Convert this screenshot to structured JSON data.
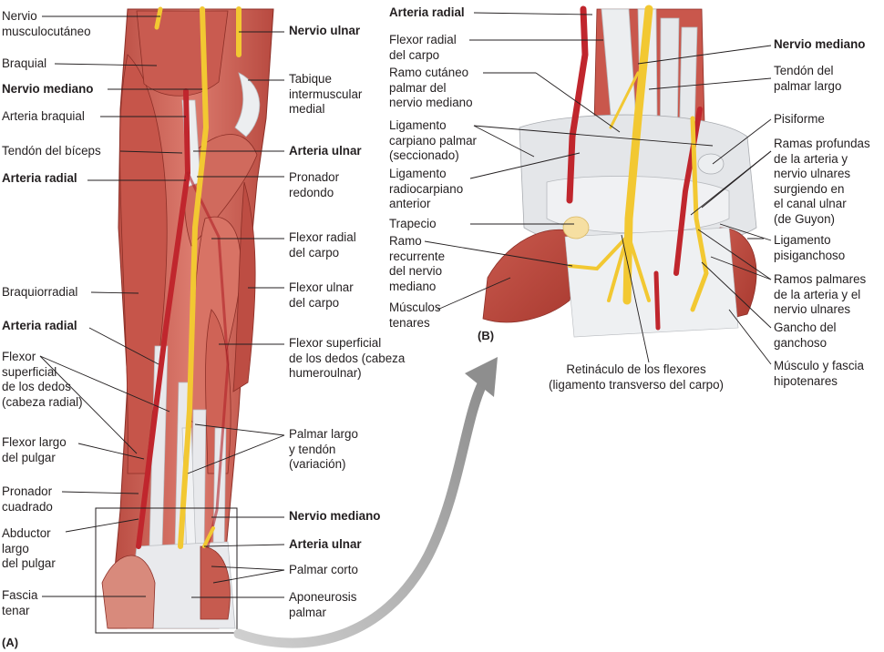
{
  "panel_a": {
    "tag": "(A)",
    "labels_left": {
      "nervio_musculocutaneo": "Nervio\nmusculocutáneo",
      "braquial": "Braquial",
      "nervio_mediano": "Nervio mediano",
      "arteria_braquial": "Arteria braquial",
      "tendon_biceps": "Tendón del bíceps",
      "arteria_radial": "Arteria radial",
      "braquiorradial": "Braquiorradial",
      "arteria_radial_2": "Arteria radial",
      "flexor_superficial_radial": "Flexor\nsuperficial\nde los dedos\n(cabeza radial)",
      "flexor_largo_pulgar": "Flexor largo\ndel pulgar",
      "pronador_cuadrado": "Pronador\ncuadrado",
      "abductor_largo_pulgar": "Abductor\nlargo\ndel pulgar",
      "fascia_tenar": "Fascia\ntenar"
    },
    "labels_right": {
      "nervio_ulnar": "Nervio ulnar",
      "tabique": "Tabique\nintermuscular\nmedial",
      "arteria_ulnar": "Arteria ulnar",
      "pronador_redondo": "Pronador\nredondo",
      "flexor_radial_carpo": "Flexor radial\ndel carpo",
      "flexor_ulnar_carpo": "Flexor ulnar\ndel carpo",
      "flexor_superficial_humero": "Flexor superficial\nde los dedos (cabeza\nhumeroulnar)",
      "palmar_largo": "Palmar largo\ny tendón\n(variación)",
      "nervio_mediano_2": "Nervio mediano",
      "arteria_ulnar_2": "Arteria ulnar",
      "palmar_corto": "Palmar corto",
      "aponeurosis_palmar": "Aponeurosis\npalmar"
    }
  },
  "panel_b": {
    "tag": "(B)",
    "labels_left": {
      "arteria_radial": "Arteria radial",
      "flexor_radial_carpo": "Flexor radial\ndel carpo",
      "ramo_cutaneo": "Ramo cutáneo\npalmar del\nnervio mediano",
      "ligamento_carpiano_palmar": "Ligamento\ncarpiano palmar\n(seccionado)",
      "ligamento_radiocarpiano": "Ligamento\nradiocarpiano\nanterior",
      "trapecio": "Trapecio",
      "ramo_recurrente": "Ramo\nrecurrente\ndel nervio\nmediano",
      "musculos_tenares": "Músculos\ntenares"
    },
    "labels_right": {
      "nervio_mediano": "Nervio mediano",
      "tendon_palmar_largo": "Tendón del\npalmar largo",
      "pisiforme": "Pisiforme",
      "ramas_profundas": "Ramas profundas\nde la arteria y\nnervio ulnares\nsurgiendo en\nel canal ulnar\n(de Guyon)",
      "ligamento_pisiganchoso": "Ligamento\npisiganchoso",
      "ramos_palmares": "Ramos palmares\nde la arteria y el\nnervio ulnares",
      "gancho_ganchoso": "Gancho del\nganchoso",
      "musculo_hipotenar": "Músculo y fascia\nhipotenares"
    },
    "label_bottom": {
      "retinaculo": "Retináculo de los flexores\n(ligamento transverso del carpo)"
    }
  },
  "colors": {
    "muscle": "#c8554a",
    "muscle_dark": "#a83a32",
    "muscle_light": "#e0897c",
    "tendon": "#e9eaec",
    "artery": "#c0262d",
    "nerve": "#f2c832",
    "arrow": "#9a9a9a"
  }
}
